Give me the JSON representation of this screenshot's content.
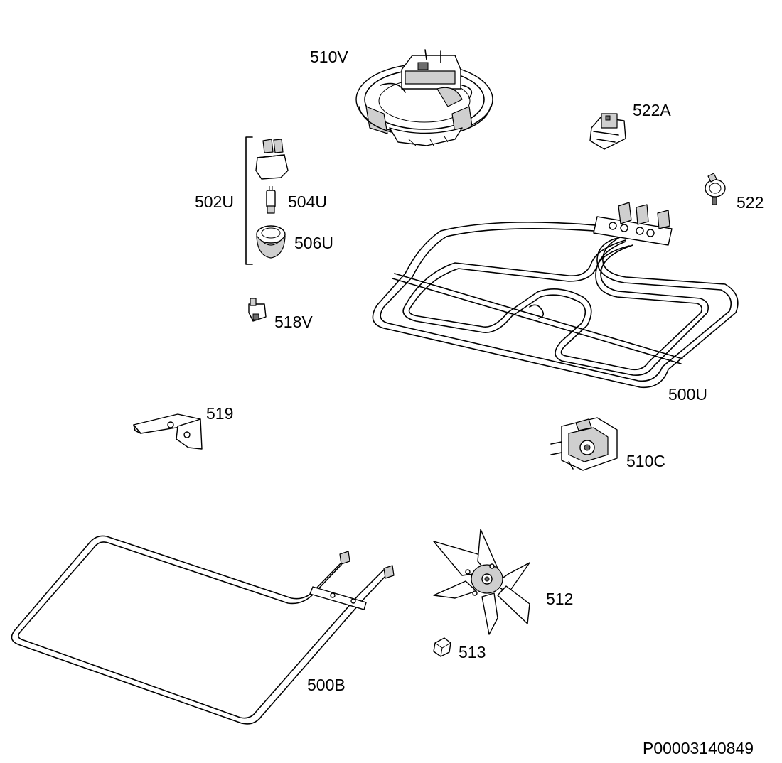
{
  "parts": [
    {
      "id": "510V",
      "description": "fan-motor-assembly"
    },
    {
      "id": "522A",
      "description": "thermostat"
    },
    {
      "id": "502U",
      "description": "lamp-assembly"
    },
    {
      "id": "504U",
      "description": "lamp-bulb"
    },
    {
      "id": "506U",
      "description": "lamp-cover"
    },
    {
      "id": "522",
      "description": "clip"
    },
    {
      "id": "518V",
      "description": "bracket"
    },
    {
      "id": "500U",
      "description": "upper-heating-element"
    },
    {
      "id": "519",
      "description": "mounting-bracket"
    },
    {
      "id": "510C",
      "description": "fan-motor"
    },
    {
      "id": "512",
      "description": "fan-blade"
    },
    {
      "id": "513",
      "description": "nut"
    },
    {
      "id": "500B",
      "description": "lower-heating-element"
    }
  ],
  "document_id": "P00003140849"
}
